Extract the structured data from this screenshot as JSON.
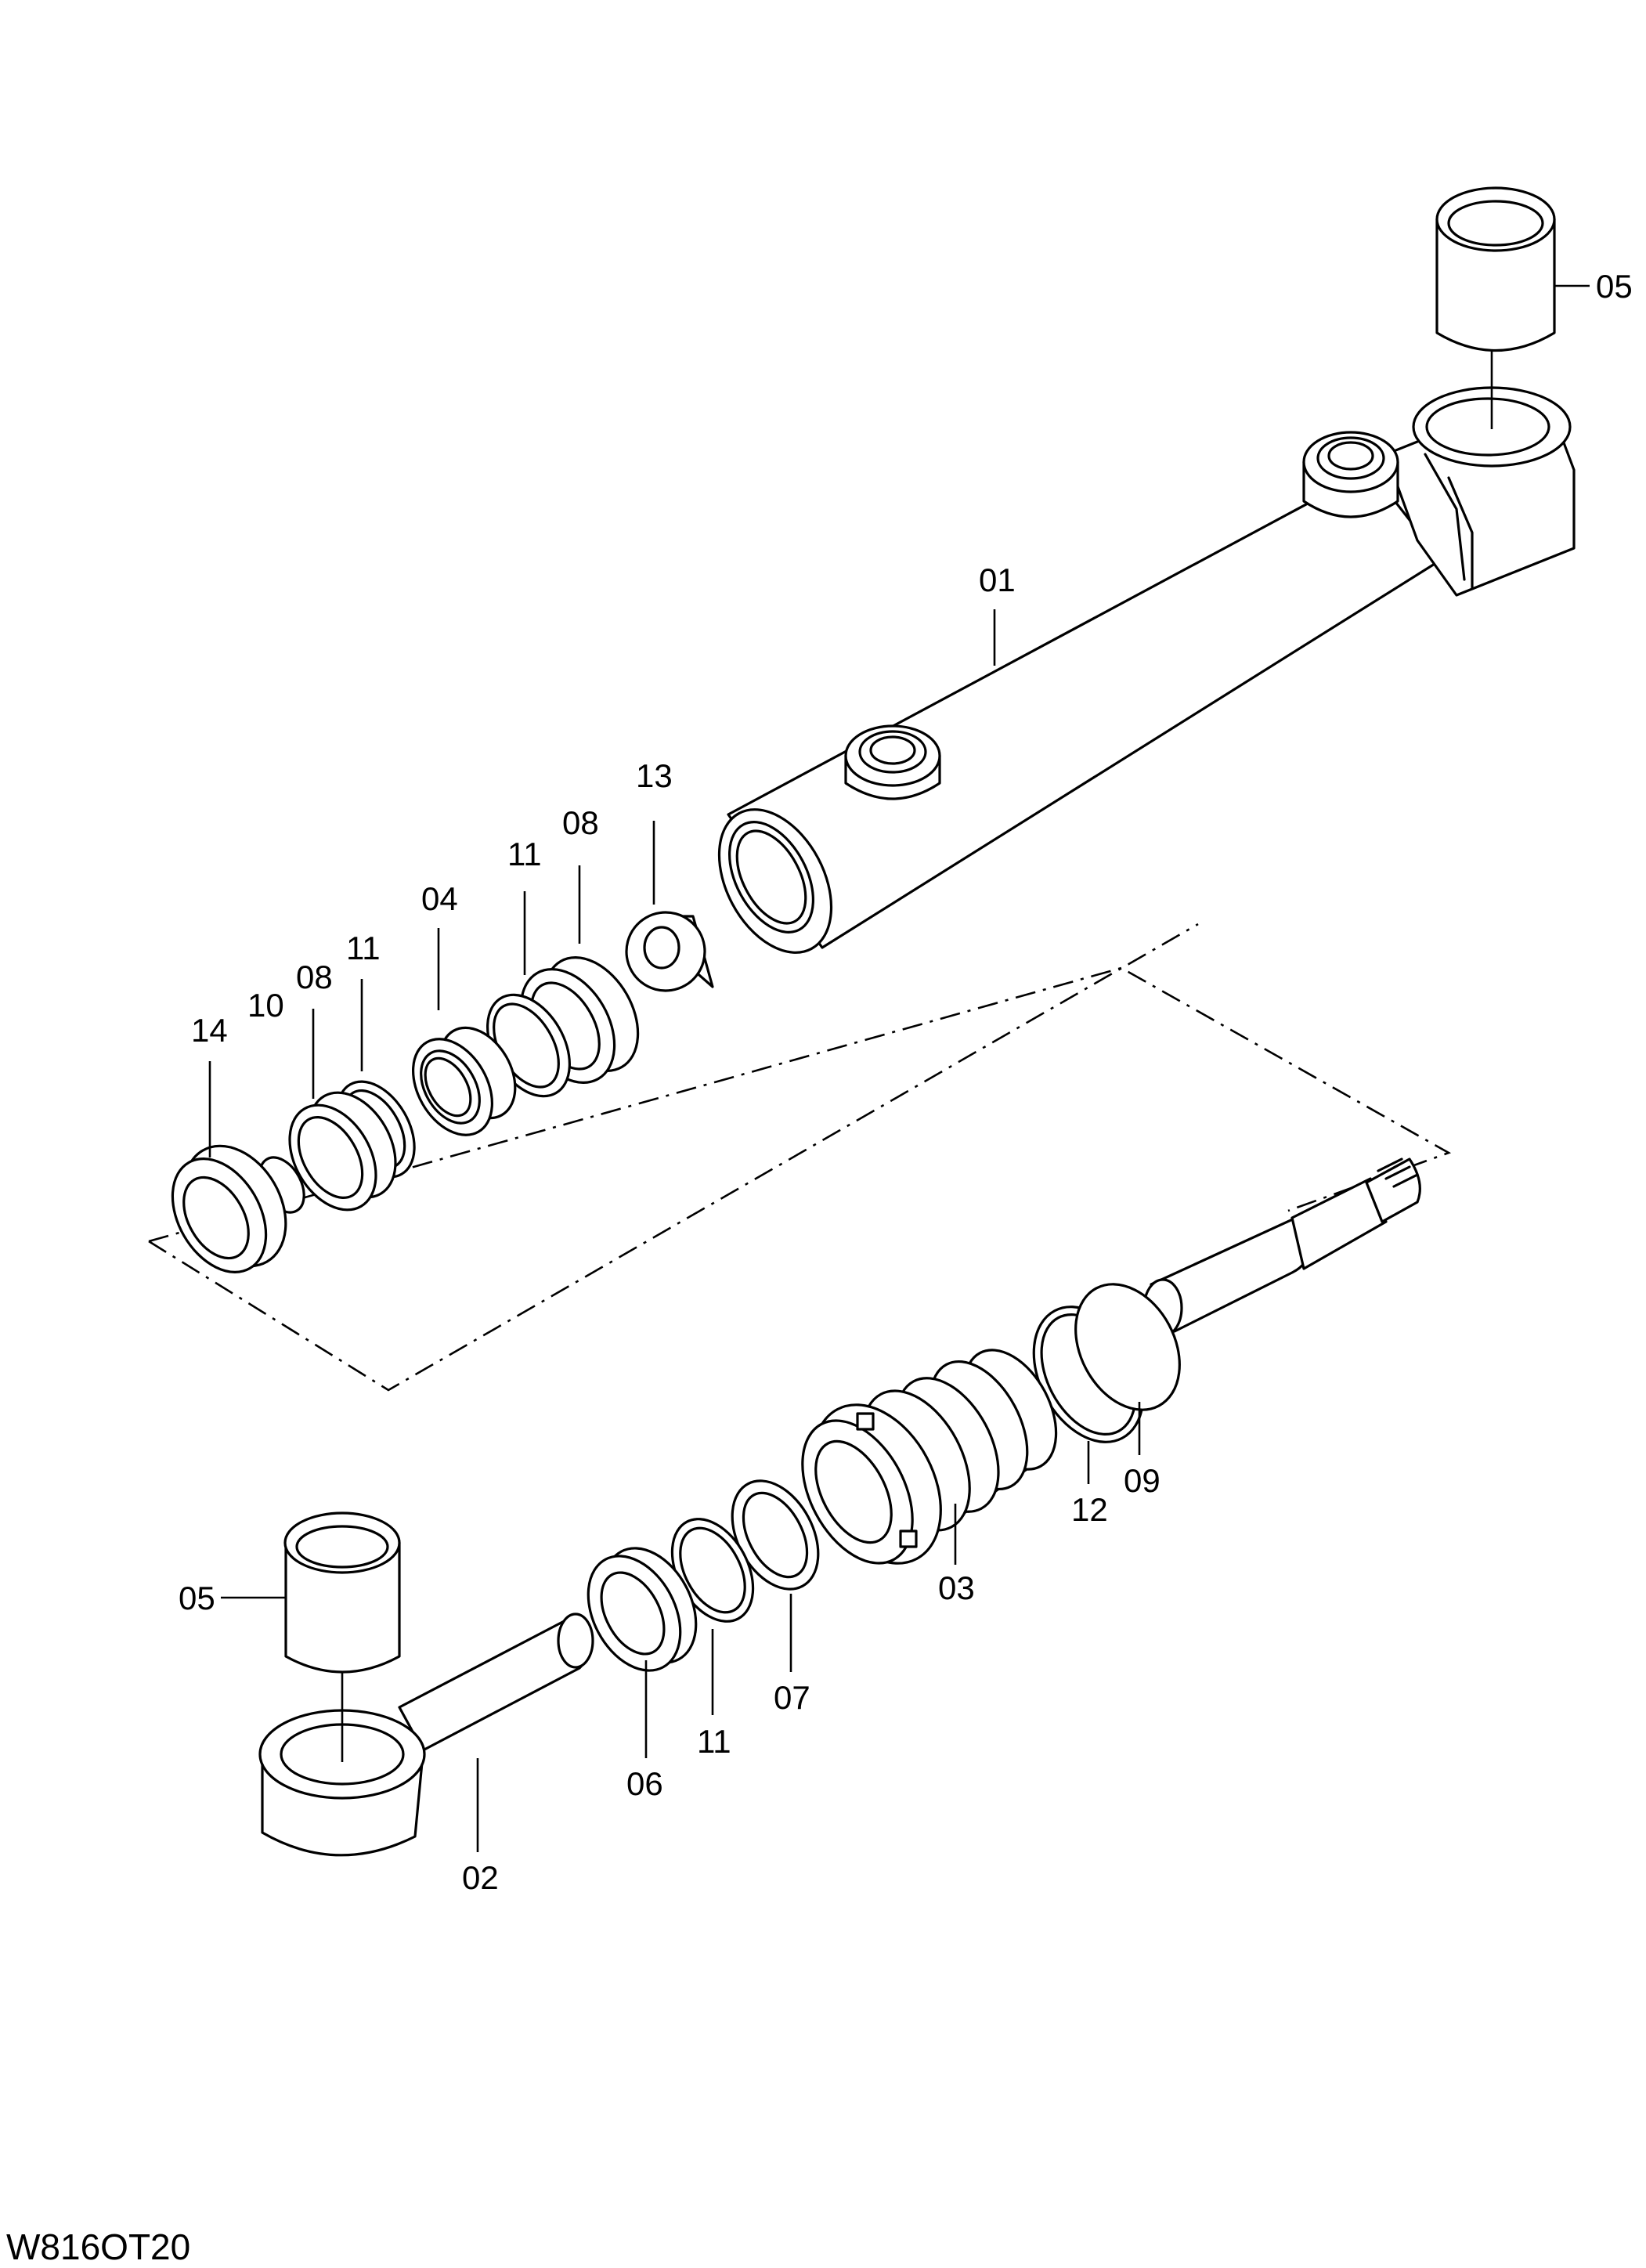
{
  "drawing_code": "W816OT20",
  "callouts": {
    "c01": "01",
    "c02": "02",
    "c03": "03",
    "c04": "04",
    "c05_top": "05",
    "c05_bottom": "05",
    "c06": "06",
    "c07": "07",
    "c08_a": "08",
    "c08_b": "08",
    "c09": "09",
    "c10": "10",
    "c11_a": "11",
    "c11_b": "11",
    "c11_c": "11",
    "c12": "12",
    "c13": "13",
    "c14": "14"
  }
}
